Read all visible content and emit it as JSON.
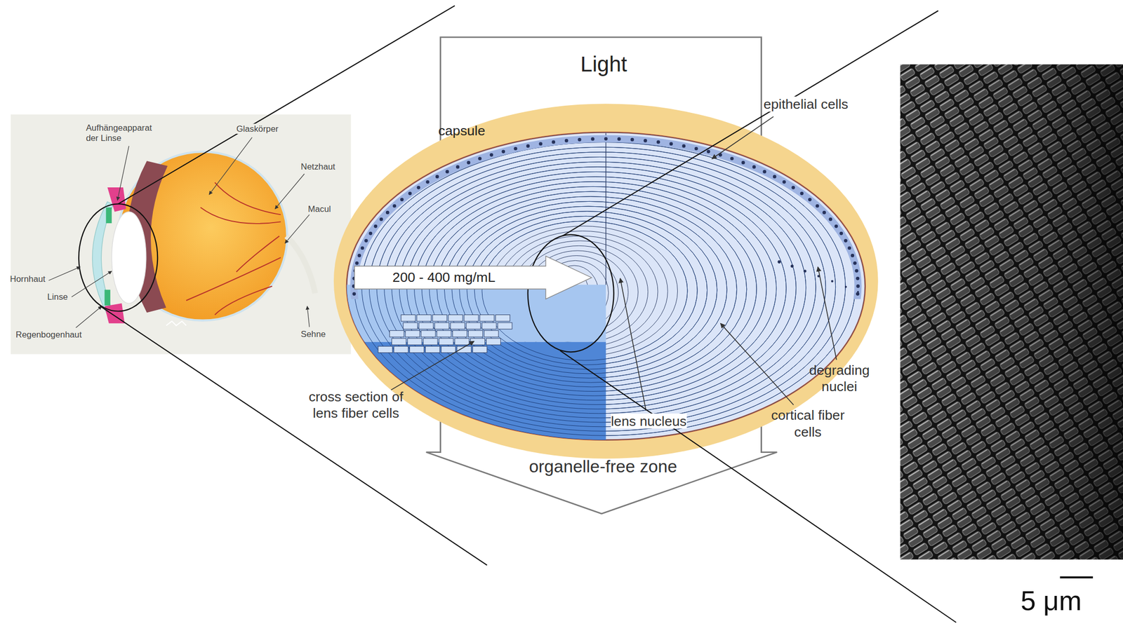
{
  "diagram": {
    "labels": [
      "Aufhängeapparat der Linse",
      "Glaskörper",
      "Netzhaut",
      "Macul",
      "Hornhaut",
      "Linse",
      "Regenbogenhaut",
      "Sehne",
      "Light",
      "capsule",
      "epithelial cells",
      "200 - 400 mg/mL",
      "cross section of lens fiber cells",
      "lens nucleus",
      "cortical fiber cells",
      "degrading nuclei",
      "organelle-free zone",
      "5 μm"
    ]
  }
}
